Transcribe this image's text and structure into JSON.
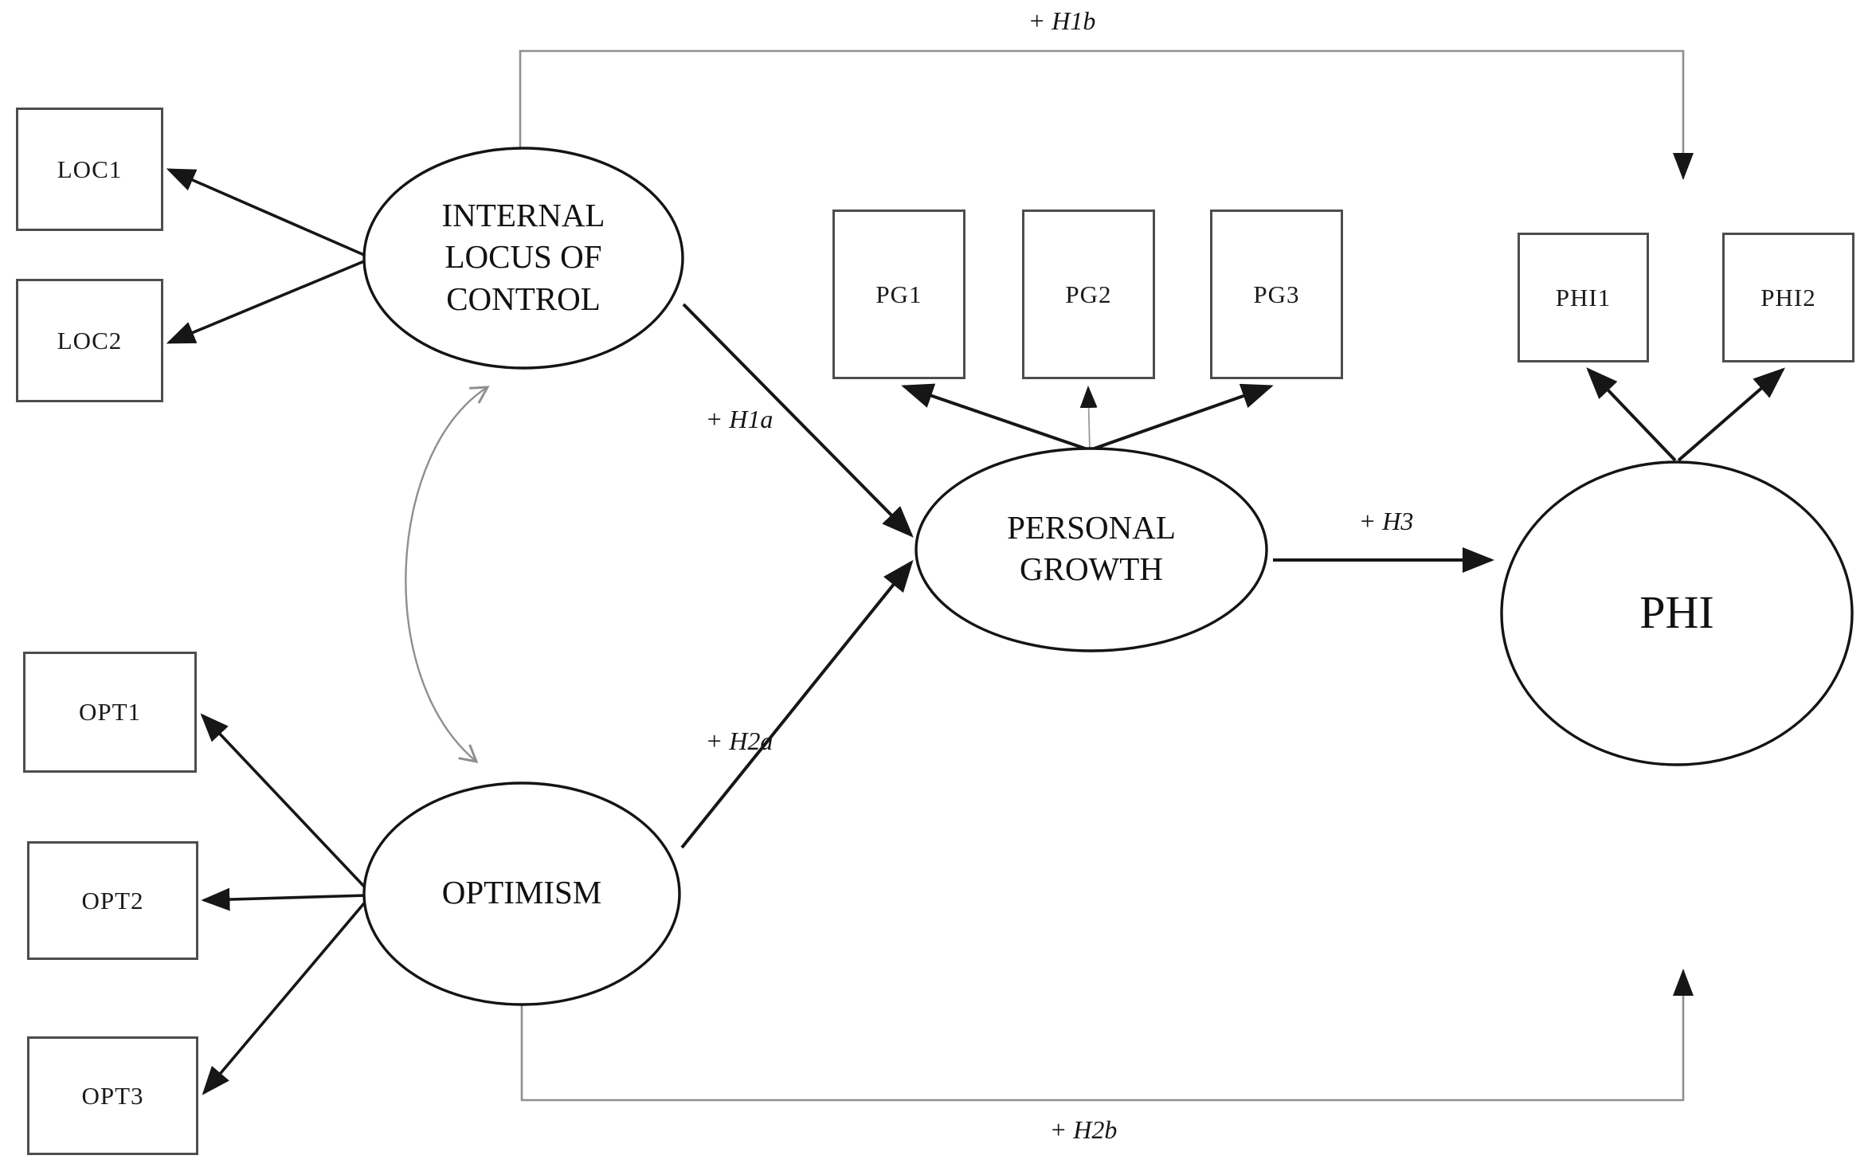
{
  "diagram": {
    "title": "Structural model: internal locus of control and optimism to personal growth and PHI",
    "latents": {
      "iloc": {
        "line1": "INTERNAL",
        "line2": "LOCUS OF",
        "line3": "CONTROL"
      },
      "optimism": {
        "label": "OPTIMISM"
      },
      "personal_growth": {
        "line1": "PERSONAL",
        "line2": "GROWTH"
      },
      "phi": {
        "label": "PHI"
      }
    },
    "indicators": {
      "loc": [
        "LOC1",
        "LOC2"
      ],
      "opt": [
        "OPT1",
        "OPT2",
        "OPT3"
      ],
      "pg": [
        "PG1",
        "PG2",
        "PG3"
      ],
      "phi": [
        "PHI1",
        "PHI2"
      ]
    },
    "hypotheses": {
      "h1a": "+ H1a",
      "h1b": "+ H1b",
      "h2a": "+ H2a",
      "h2b": "+ H2b",
      "h3": "+ H3"
    },
    "colors": {
      "black_stroke": "#161616",
      "gray_stroke": "#8f8f8f",
      "box_border": "#4d4d4d",
      "background": "#ffffff"
    }
  }
}
